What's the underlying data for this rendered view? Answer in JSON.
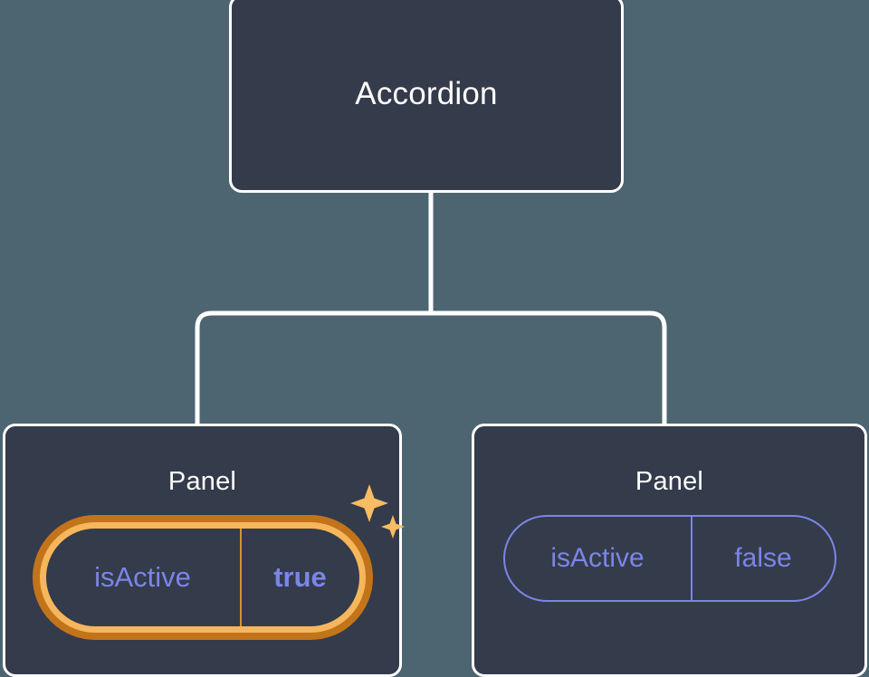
{
  "diagram": {
    "type": "component-tree",
    "background_color": "#4d6570",
    "node_fill_color": "#343b4a",
    "node_border_color": "#ffffff",
    "edge_color": "#ffffff",
    "prop_text_color": "#7b85e8",
    "highlight_outer_color": "#c2741b",
    "highlight_inner_color": "#f6b65c",
    "sparkle_color": "#f9bc63"
  },
  "root": {
    "label": "Accordion"
  },
  "children": [
    {
      "label": "Panel",
      "highlighted": true,
      "prop": {
        "key": "isActive",
        "value": "true",
        "value_bold": true
      },
      "sparkle_icon": "sparkles-icon"
    },
    {
      "label": "Panel",
      "highlighted": false,
      "prop": {
        "key": "isActive",
        "value": "false",
        "value_bold": false
      }
    }
  ]
}
